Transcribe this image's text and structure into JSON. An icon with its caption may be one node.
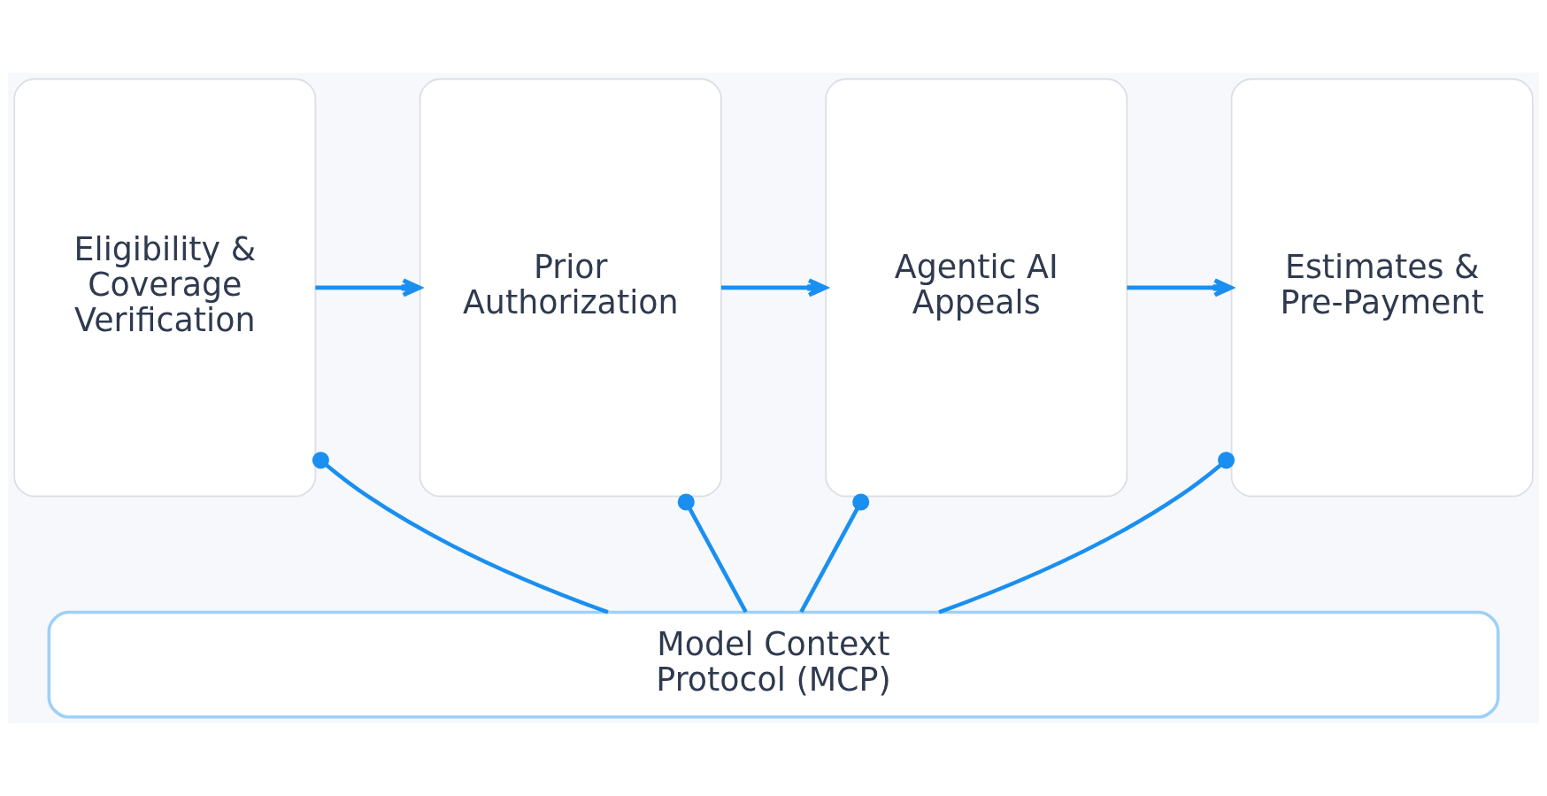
{
  "diagram": {
    "nodes": [
      {
        "text": [
          "Eligibility & Coverage Verification"
        ]
      },
      {
        "text": [
          "Prior Authorization"
        ]
      },
      {
        "text": [
          "Agentic AI Appeals"
        ]
      },
      {
        "text": [
          "Estimates & Pre-Payment"
        ]
      },
      {
        "text": [
          "Model Context Protocol (MCP)"
        ]
      }
    ],
    "edges": [
      {
        "from": 0,
        "to": 1,
        "arrow": "to"
      },
      {
        "from": 1,
        "to": 2,
        "arrow": "to"
      },
      {
        "from": 2,
        "to": 3,
        "arrow": "to"
      },
      {
        "from": 0,
        "to": 4,
        "arrow": "other"
      },
      {
        "from": 1,
        "to": 4,
        "arrow": "other"
      },
      {
        "from": 2,
        "to": 4,
        "arrow": "other"
      },
      {
        "from": 3,
        "to": 4,
        "arrow": "other"
      }
    ]
  }
}
